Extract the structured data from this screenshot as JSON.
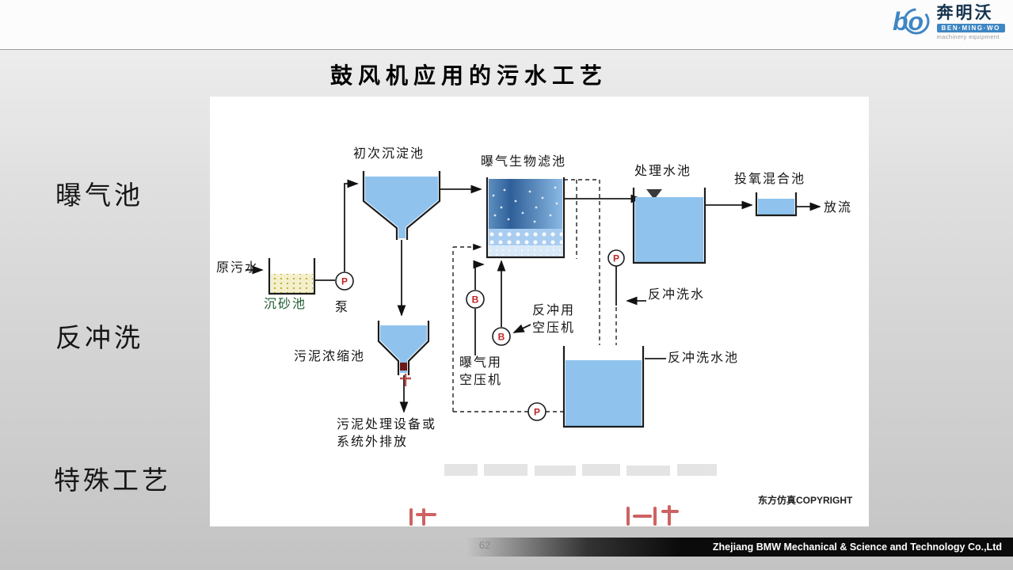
{
  "header": {
    "logo_mark": "bo",
    "logo_cn": "奔明沃",
    "logo_en": "BEN·MING·WO",
    "logo_tagline": "machinery equipment"
  },
  "slide": {
    "title": "鼓风机应用的污水工艺",
    "side_labels": [
      "曝气池",
      "反冲洗",
      "特殊工艺"
    ],
    "page_number": "62",
    "footer": "Zhejiang BMW Mechanical & Science and Technology Co.,Ltd"
  },
  "diagram": {
    "labels": {
      "raw_sewage": "原污水",
      "grit_chamber": "沉砂池",
      "pump": "泵",
      "primary_tank": "初次沉淀池",
      "sludge_thickener": "污泥浓缩池",
      "sludge_disposal": "污泥处理设备或\n系统外排放",
      "baf": "曝气生物滤池",
      "aeration_compressor": "曝气用\n空压机",
      "backwash_compressor": "反冲用\n空压机",
      "treated_tank": "处理水池",
      "oxygen_mixing_tank": "投氧混合池",
      "discharge": "放流",
      "backwash_water": "反冲洗水",
      "backwash_tank": "反冲洗水池",
      "copyright": "东方仿真COPYRIGHT"
    },
    "symbols": {
      "pump": "P",
      "blower": "B"
    },
    "colors": {
      "water": "#8fc3ee",
      "water_dark": "#2f5f98",
      "symbol_letter": "#c22222"
    }
  }
}
